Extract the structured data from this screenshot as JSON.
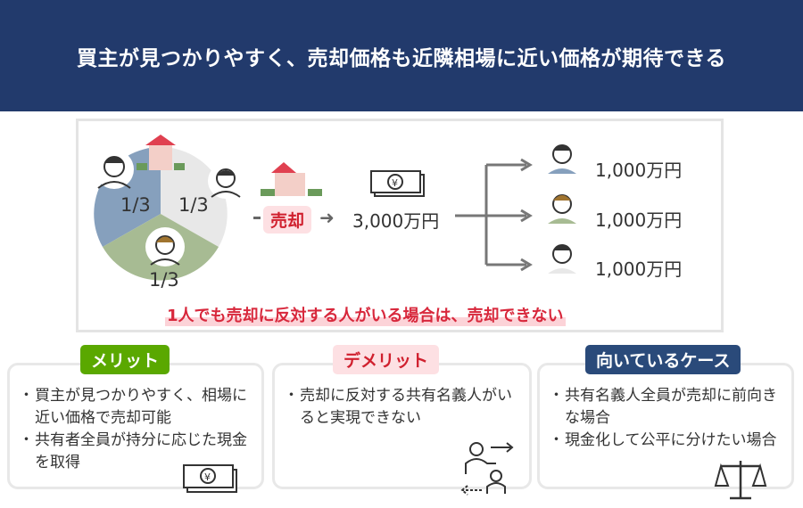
{
  "title": "買主が見つかりやすく、売却価格も近隣相場に近い価格が期待できる",
  "diagram": {
    "shares": [
      "1/3",
      "1/3",
      "1/3"
    ],
    "sell_label": "売却",
    "total": "3,000万円",
    "payouts": [
      "1,000万円",
      "1,000万円",
      "1,000万円"
    ],
    "warning": "1人でも売却に反対する人がいる場合は、売却できない"
  },
  "merit": {
    "label": "メリット",
    "items": [
      "買主が見つかりやすく、相場に近い価格で売却可能",
      "共有者全員が持分に応じた現金を取得"
    ]
  },
  "demerit": {
    "label": "デメリット",
    "items": [
      "売却に反対する共有名義人がいると実現できない"
    ]
  },
  "cases": {
    "label": "向いているケース",
    "items": [
      "共有名義人全員が売却に前向きな場合",
      "現金化して公平に分けたい場合"
    ]
  },
  "colors": {
    "header": "#223a6c",
    "merit": "#5aa800",
    "demerit_bg": "#fde0e3",
    "demerit_text": "#d0202e",
    "cases": "#2a4a7a",
    "pie": [
      "#86a0bd",
      "#e8e8e8",
      "#a7bb93"
    ]
  }
}
